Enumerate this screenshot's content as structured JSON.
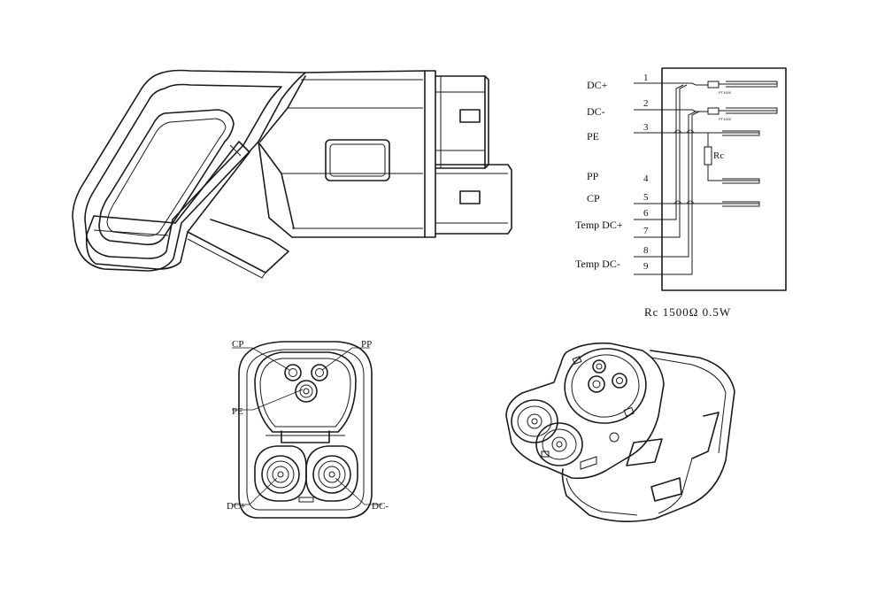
{
  "schematic": {
    "labels": {
      "dcp": "DC+",
      "dcm": "DC-",
      "pe": "PE",
      "pp": "PP",
      "cp": "CP",
      "temp_dcp": "Temp  DC+",
      "temp_dcm": "Temp  DC-"
    },
    "pins": [
      "1",
      "2",
      "3",
      "4",
      "5",
      "6",
      "7",
      "8",
      "9"
    ],
    "sensor_a": "PT1000",
    "sensor_b": "PT1000",
    "resistor": "Rc",
    "caption": "Rc 1500Ω  0.5W"
  },
  "front_view": {
    "cp": "CP",
    "pp": "PP",
    "pe": "PE",
    "dcp": "DC+",
    "dcm": "DC-"
  }
}
